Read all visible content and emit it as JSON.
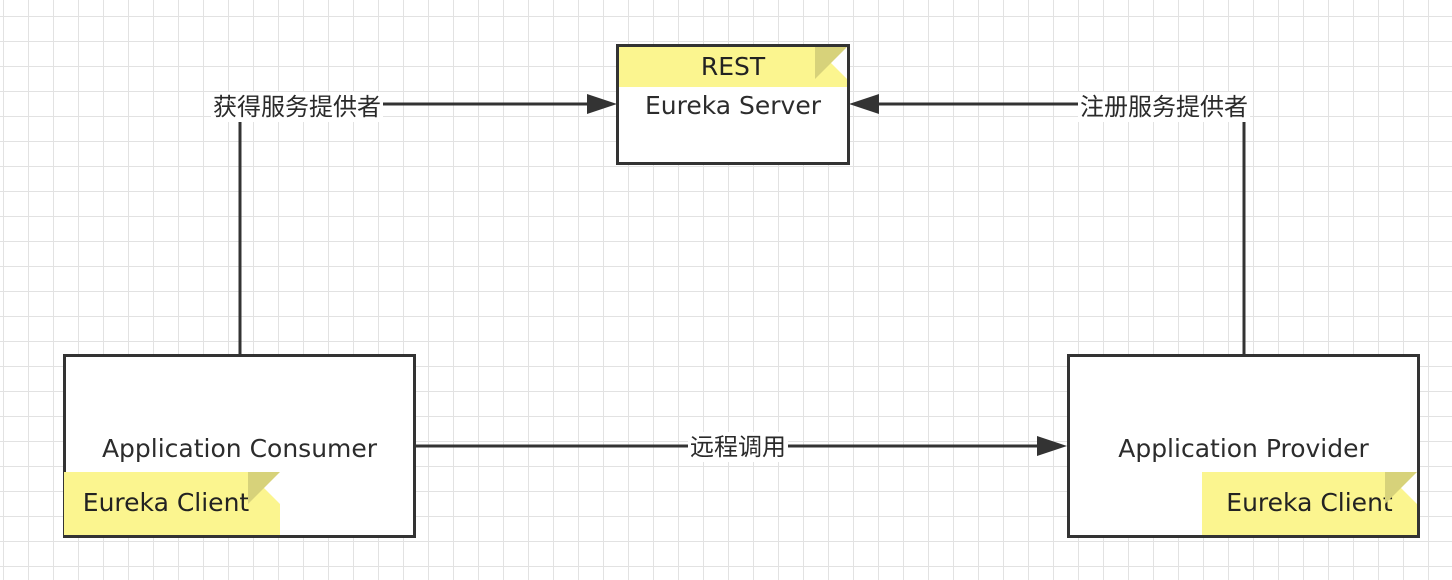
{
  "nodes": {
    "server": {
      "label": "Eureka Server",
      "note": "REST"
    },
    "consumer": {
      "label": "Application Consumer",
      "note": "Eureka Client"
    },
    "provider": {
      "label": "Application Provider",
      "note": "Eureka Client"
    }
  },
  "edges": {
    "get_providers": "获得服务提供者",
    "register_provider": "注册服务提供者",
    "remote_call": "远程调用"
  },
  "colors": {
    "note": "#fbf58f",
    "line": "#333333",
    "grid": "#e2e2e2"
  }
}
